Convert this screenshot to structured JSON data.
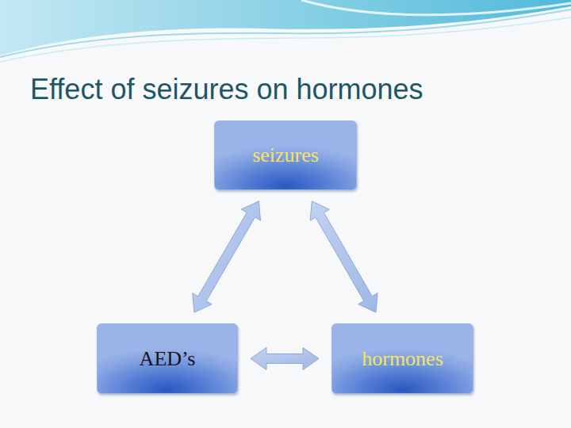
{
  "diagram": {
    "title": "Effect of seizures on hormones",
    "nodes": [
      {
        "text": [
          "seizures"
        ]
      },
      {
        "text": [
          "AED’s"
        ]
      },
      {
        "text": [
          "hormones"
        ]
      }
    ],
    "edges": [
      {
        "from": 0,
        "to": 1,
        "arrow": "both"
      },
      {
        "from": 0,
        "to": 2,
        "arrow": "both"
      },
      {
        "from": 1,
        "to": 2,
        "arrow": "both"
      }
    ]
  }
}
